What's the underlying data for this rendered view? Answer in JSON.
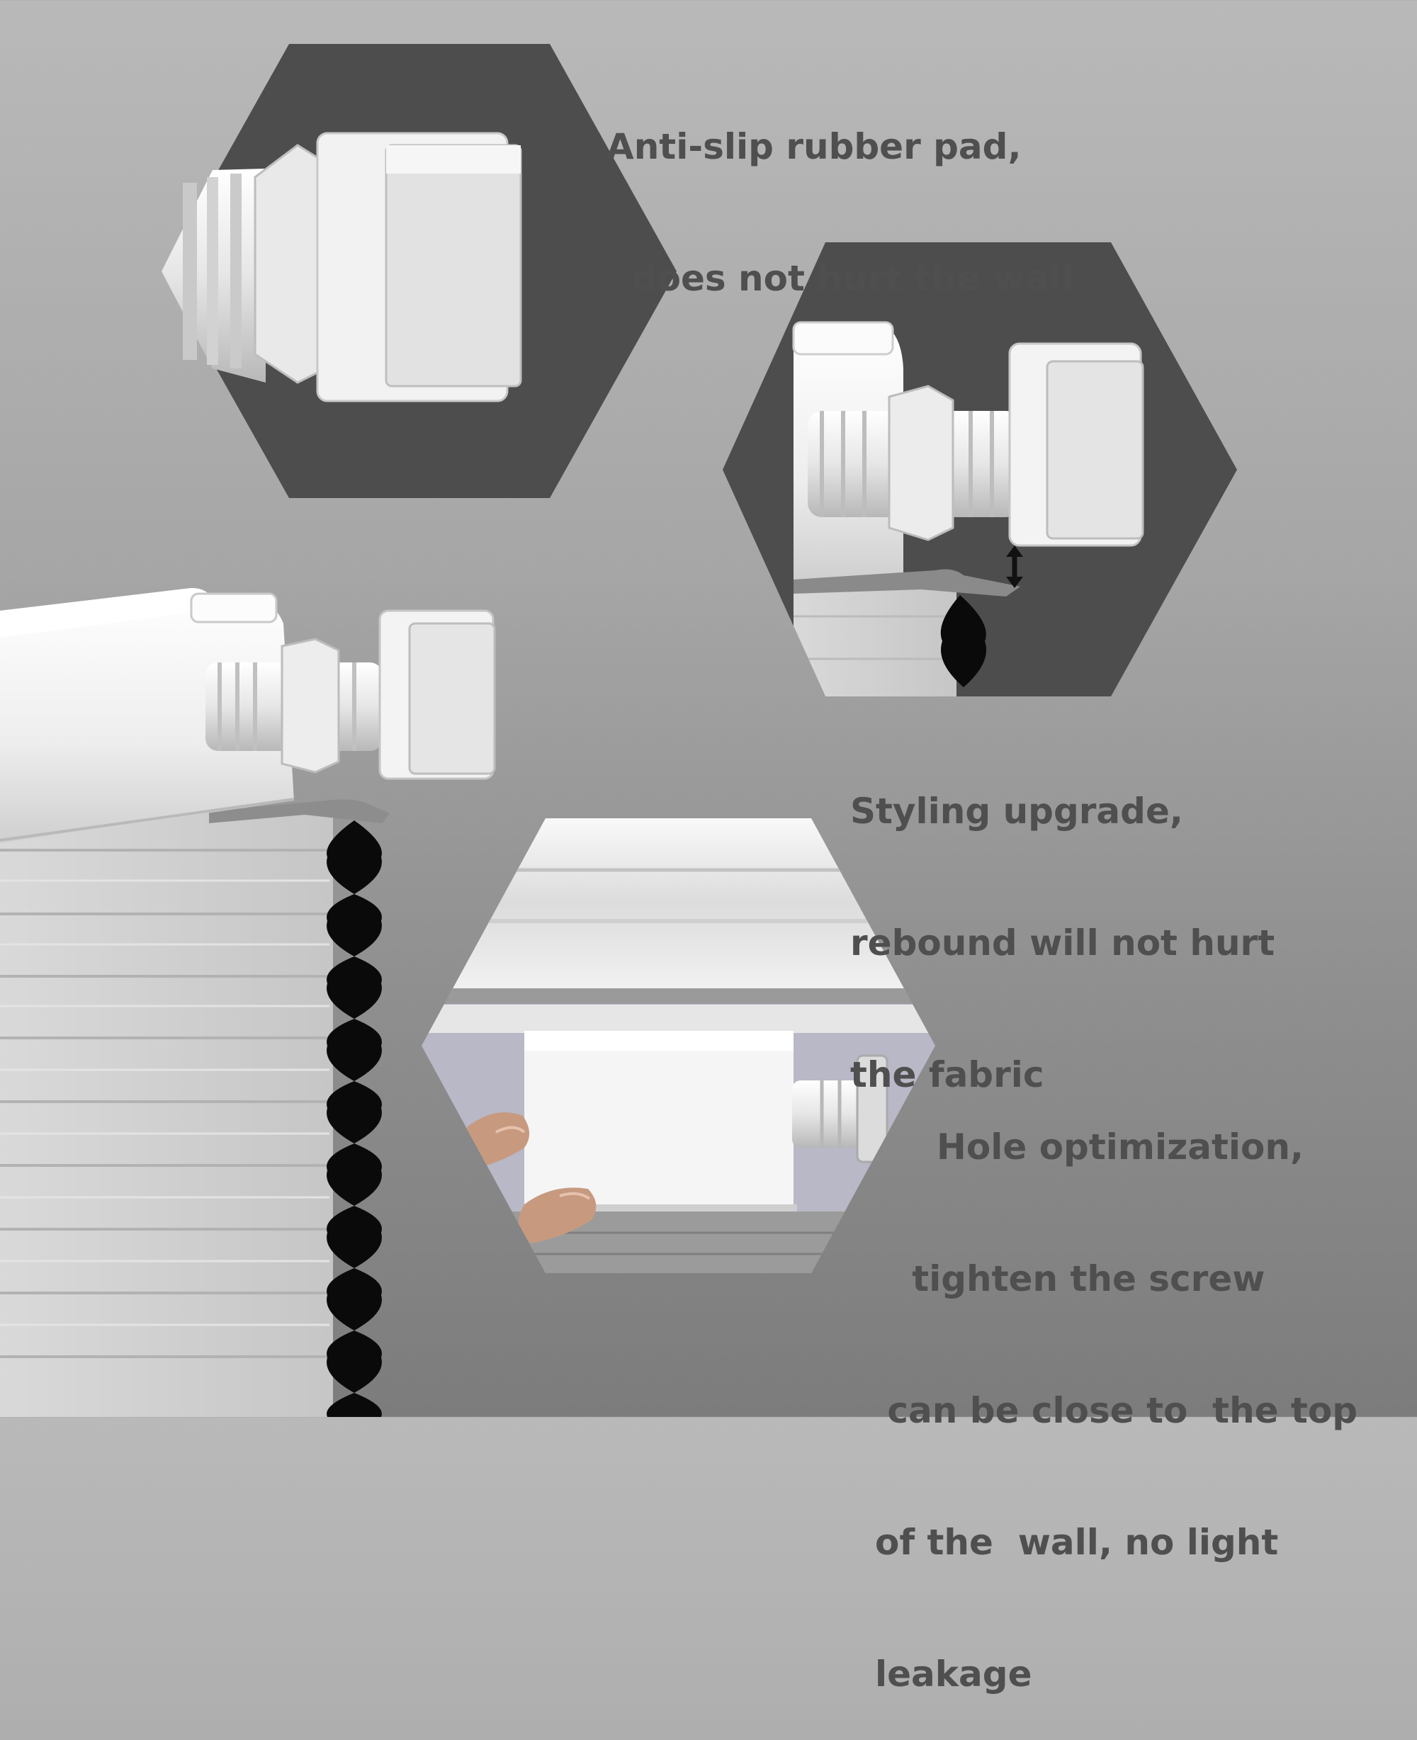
{
  "captions": {
    "anti_slip": {
      "lines": [
        "Anti-slip rubber pad,",
        "  does not hurt the wall"
      ]
    },
    "styling_upgrade": {
      "lines": [
        "Styling upgrade,",
        "rebound will not hurt",
        "the fabric"
      ]
    },
    "hole_optimization": {
      "lines": [
        "     Hole optimization,",
        "   tighten the screw",
        " can be close to  the top",
        "of the  wall, no light",
        "leakage"
      ]
    }
  },
  "colors": {
    "hexagon_fill": "#4d4d4d",
    "text": "#4f4f4f",
    "bracket_white": "#f4f4f4",
    "fabric_gray": "#d4d4d4",
    "cell_black": "#0a0a0a"
  },
  "icons": {
    "gap_arrow": "double-vertical-arrow-icon"
  }
}
